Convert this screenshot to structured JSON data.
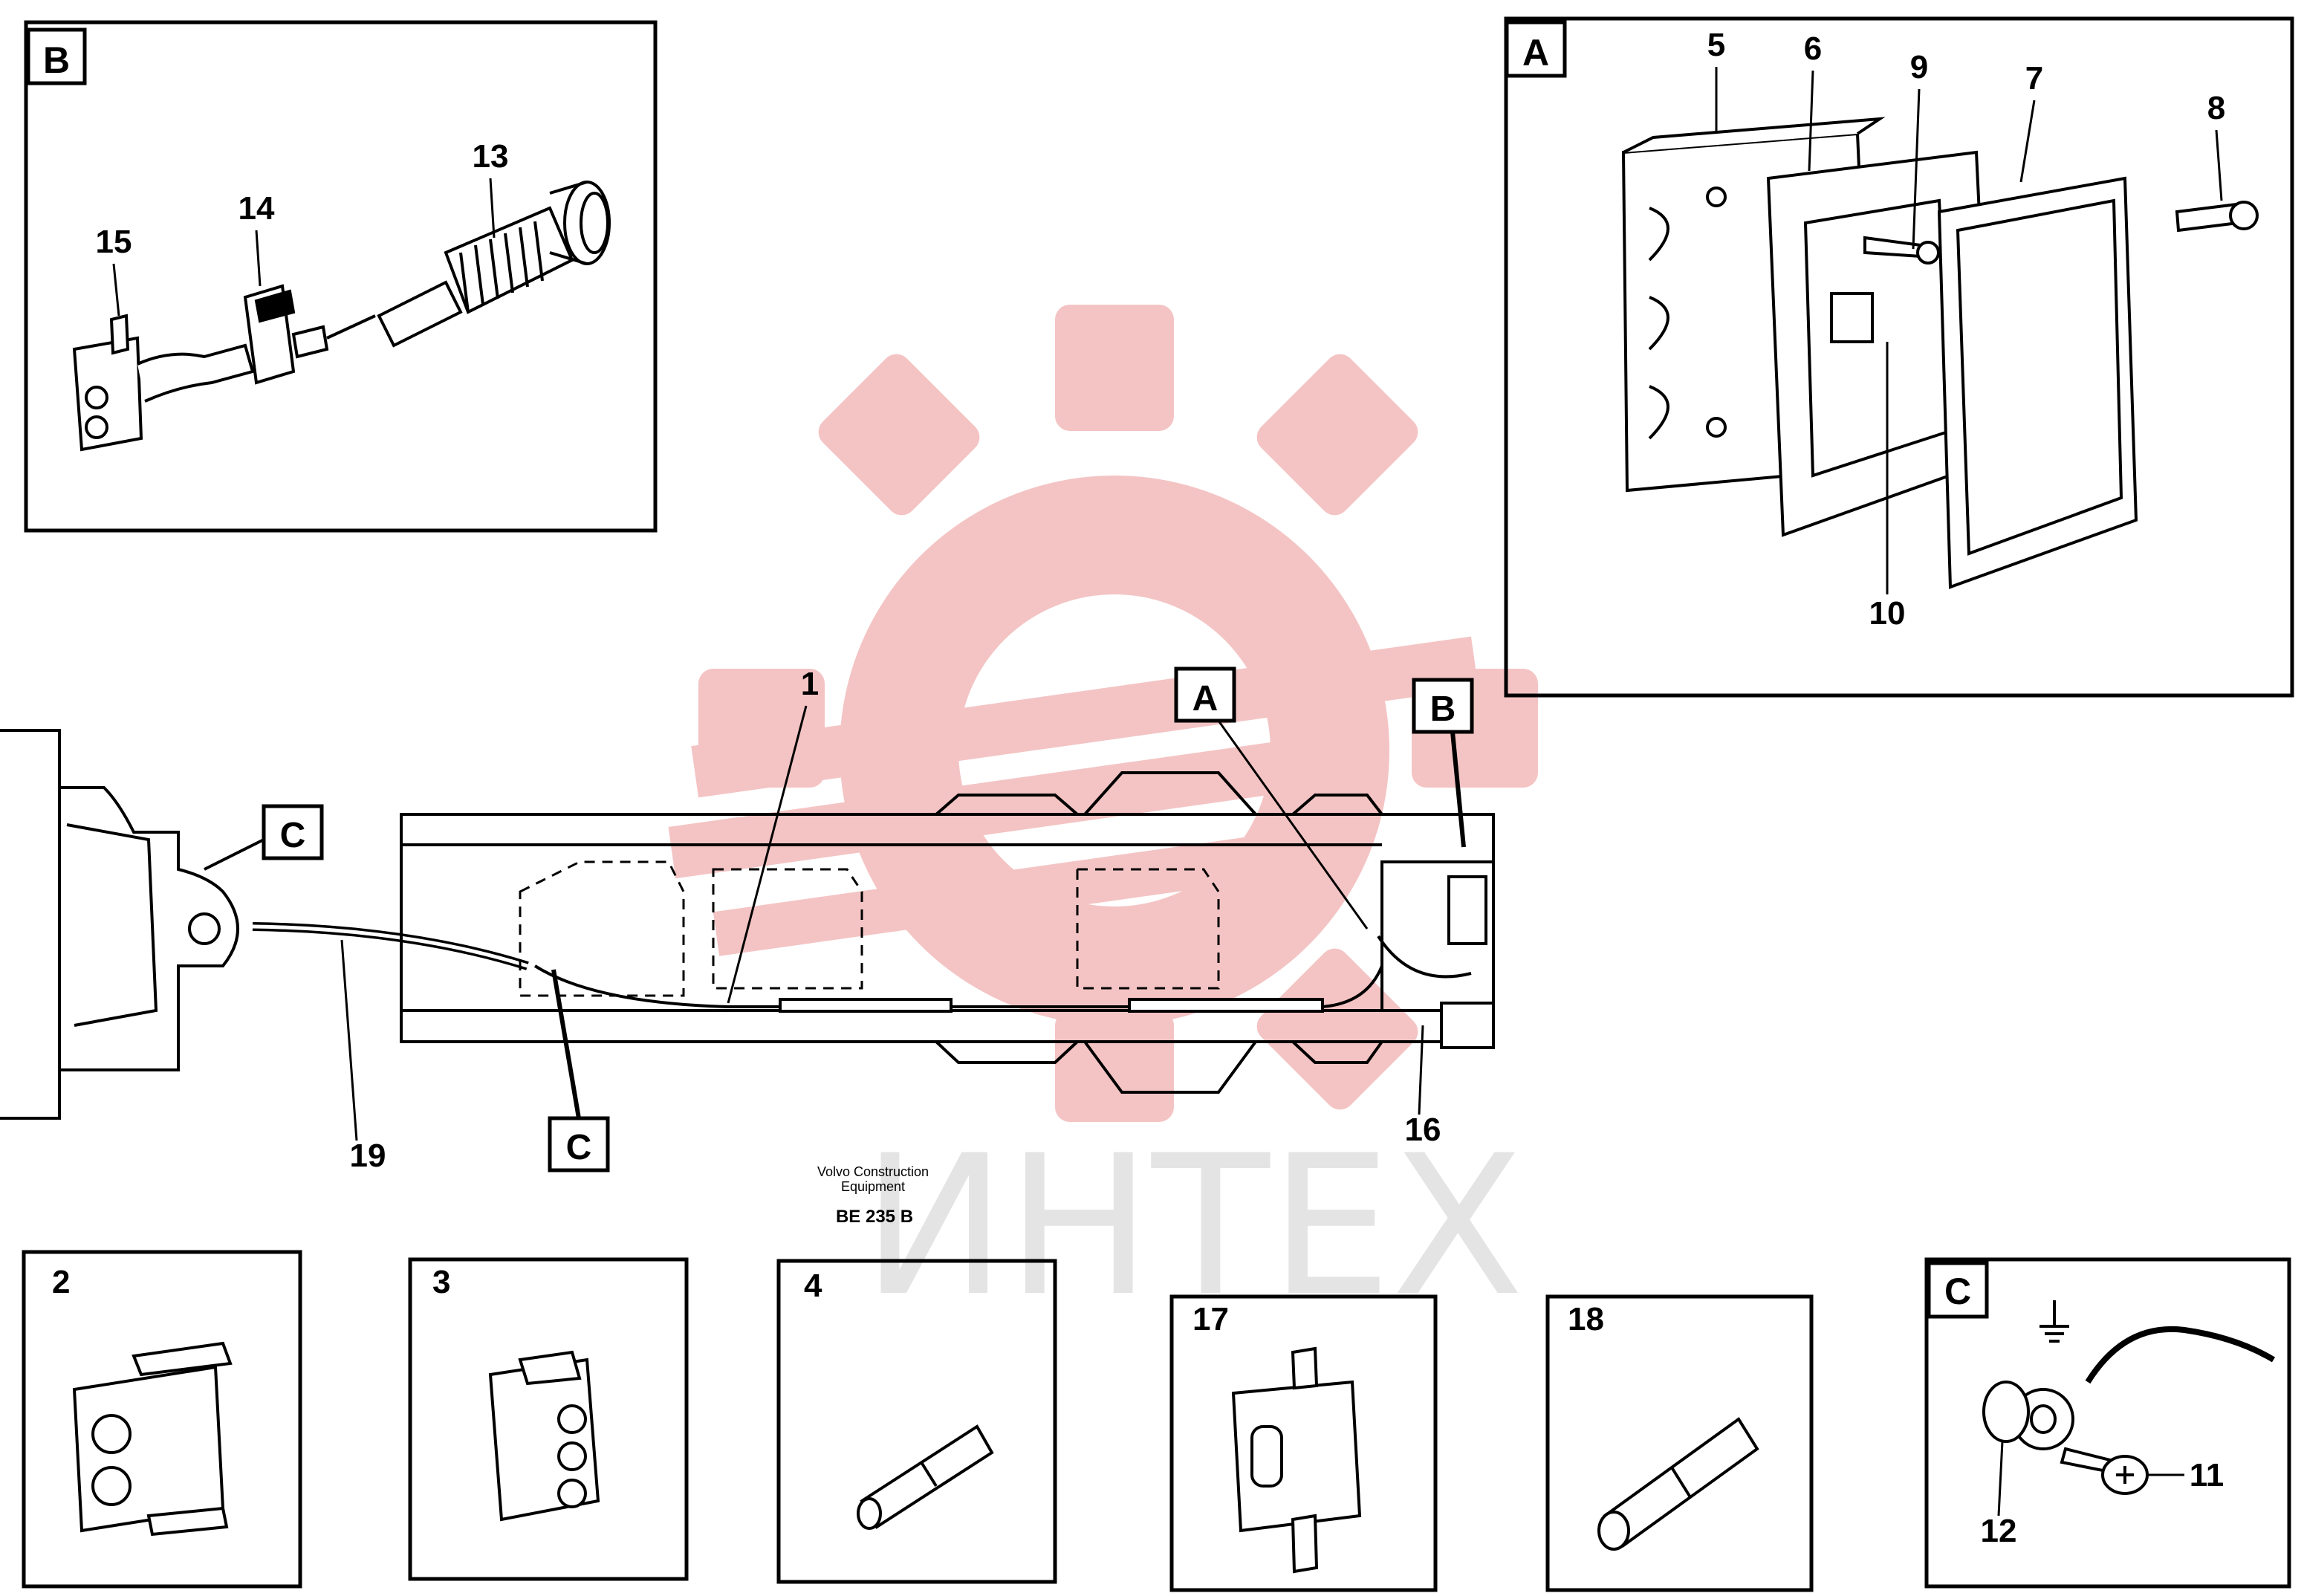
{
  "watermark": {
    "text": "ИНТЕХ",
    "gear_color": "#f4c4c4",
    "text_color": "#e4e4e4"
  },
  "colors": {
    "ink": "#000000",
    "background": "#ffffff"
  },
  "detail_labels": {
    "A": "A",
    "B": "B",
    "C": "C"
  },
  "callouts": {
    "n1": "1",
    "n2": "2",
    "n3": "3",
    "n4": "4",
    "n5": "5",
    "n6": "6",
    "n7": "7",
    "n8": "8",
    "n9": "9",
    "n10": "10",
    "n11": "11",
    "n12": "12",
    "n13": "13",
    "n14": "14",
    "n15": "15",
    "n16": "16",
    "n17": "17",
    "n18": "18",
    "n19": "19"
  },
  "caption": {
    "line1": "Volvo Construction",
    "line2": "Equipment",
    "code": "BE 235 B"
  }
}
